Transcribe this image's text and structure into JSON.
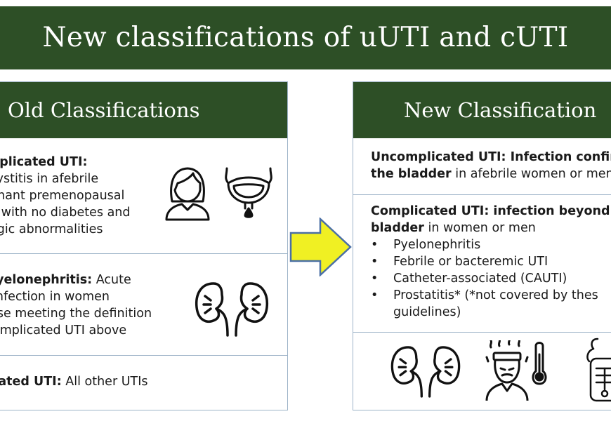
{
  "banner": {
    "title": "New classifications of uUTI and cUTI"
  },
  "old": {
    "title": "Old Classifications",
    "uncomplicated": {
      "label": "mplicated UTI:",
      "lines": [
        "cystitis in afebrile",
        "gnant premenopausal",
        "n with no diabetes and",
        "ogic abnormalities"
      ]
    },
    "pyelo": {
      "label": "Pyelonephritis:",
      "label_rest": " Acute",
      "lines": [
        "infection in women",
        "ise meeting the definition",
        "omplicated UTI above"
      ]
    },
    "complicated": {
      "label": "icated UTI:",
      "rest": " All other UTIs"
    }
  },
  "new": {
    "title": "New Classification",
    "uncomplicated": {
      "line1": "Uncomplicated UTI: Infection confin",
      "line2_bold": "the bladder",
      "line2_rest": " in afebrile women or men"
    },
    "complicated": {
      "line1": "Complicated UTI: infection beyond t",
      "line2_bold": "bladder",
      "line2_rest": " in women or men",
      "bullets": [
        "Pyelonephritis",
        "Febrile or bacteremic UTI",
        "Catheter-associated (CAUTI)",
        "Prostatitis* (*not covered by thes"
      ],
      "bullet_cont": "guidelines)"
    }
  },
  "icons": {
    "woman": "woman-icon",
    "bladder": "bladder-icon",
    "kidneys": "kidneys-icon",
    "fever": "fever-patient-icon",
    "thermometer": "thermometer-icon",
    "catheter": "catheter-bag-icon",
    "arrow": "arrow-right-icon"
  },
  "colors": {
    "dark_green": "#2d4f26",
    "arrow_yellow": "#f0f023",
    "border": "#9db3c8"
  }
}
